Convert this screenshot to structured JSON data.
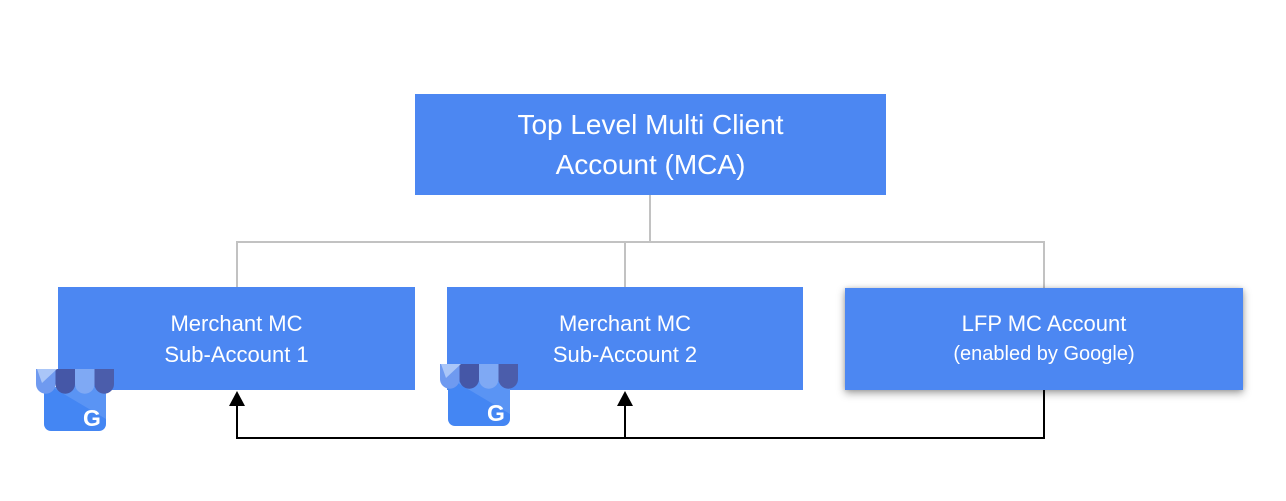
{
  "diagram": {
    "type": "org-hierarchy",
    "nodes": {
      "mca": {
        "id": "mca",
        "line1": "Top Level Multi Client",
        "line2": "Account (MCA)"
      },
      "sub1": {
        "id": "sub1",
        "line1": "Merchant MC",
        "line2": "Sub-Account 1"
      },
      "sub2": {
        "id": "sub2",
        "line1": "Merchant MC",
        "line2": "Sub-Account 2"
      },
      "lfp": {
        "id": "lfp",
        "line1": "LFP MC Account",
        "line2": "(enabled by Google)"
      }
    },
    "edges": [
      {
        "from": "mca",
        "to": "sub1",
        "style": "tree-gray"
      },
      {
        "from": "mca",
        "to": "sub2",
        "style": "tree-gray"
      },
      {
        "from": "mca",
        "to": "lfp",
        "style": "tree-gray"
      },
      {
        "from": "lfp",
        "to": "sub1",
        "style": "arrow-black"
      },
      {
        "from": "lfp",
        "to": "sub2",
        "style": "arrow-black"
      }
    ],
    "icons": {
      "gmb1": {
        "name": "google-my-business-icon",
        "letter": "G",
        "attached_to": "sub1"
      },
      "gmb2": {
        "name": "google-my-business-icon",
        "letter": "G",
        "attached_to": "sub2"
      }
    },
    "colors": {
      "node_fill": "#4c87f2",
      "node_text": "#ffffff",
      "tree_connector": "#c2c2c2",
      "arrow_connector": "#000000",
      "gmb_body": "#4486f3",
      "gmb_awning_dark": "#4557a7",
      "gmb_awning_light": "#7fa9f4"
    }
  }
}
